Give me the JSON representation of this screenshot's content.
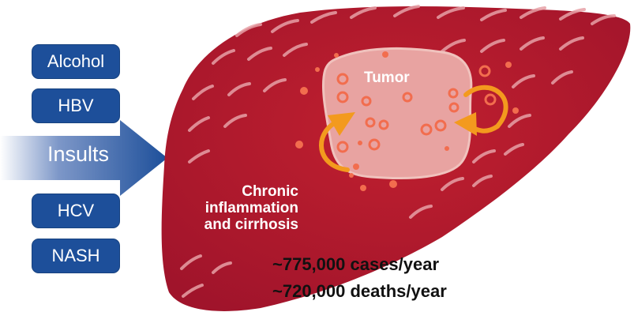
{
  "insults": {
    "items": [
      "Alcohol",
      "HBV",
      "HCV",
      "NASH"
    ],
    "arrow_label": "Insults"
  },
  "liver": {
    "chronic_label_lines": [
      "Chronic",
      "inflammation",
      "and cirrhosis"
    ],
    "tumor_label": "Tumor"
  },
  "stats": {
    "cases": "~775,000 cases/year",
    "deaths": "~720,000 deaths/year"
  },
  "colors": {
    "box_blue": "#1d4f9a",
    "liver_red": "#b3172f",
    "tumor_pink": "#e8a3a1",
    "arrow_orange": "#f39a1e"
  }
}
